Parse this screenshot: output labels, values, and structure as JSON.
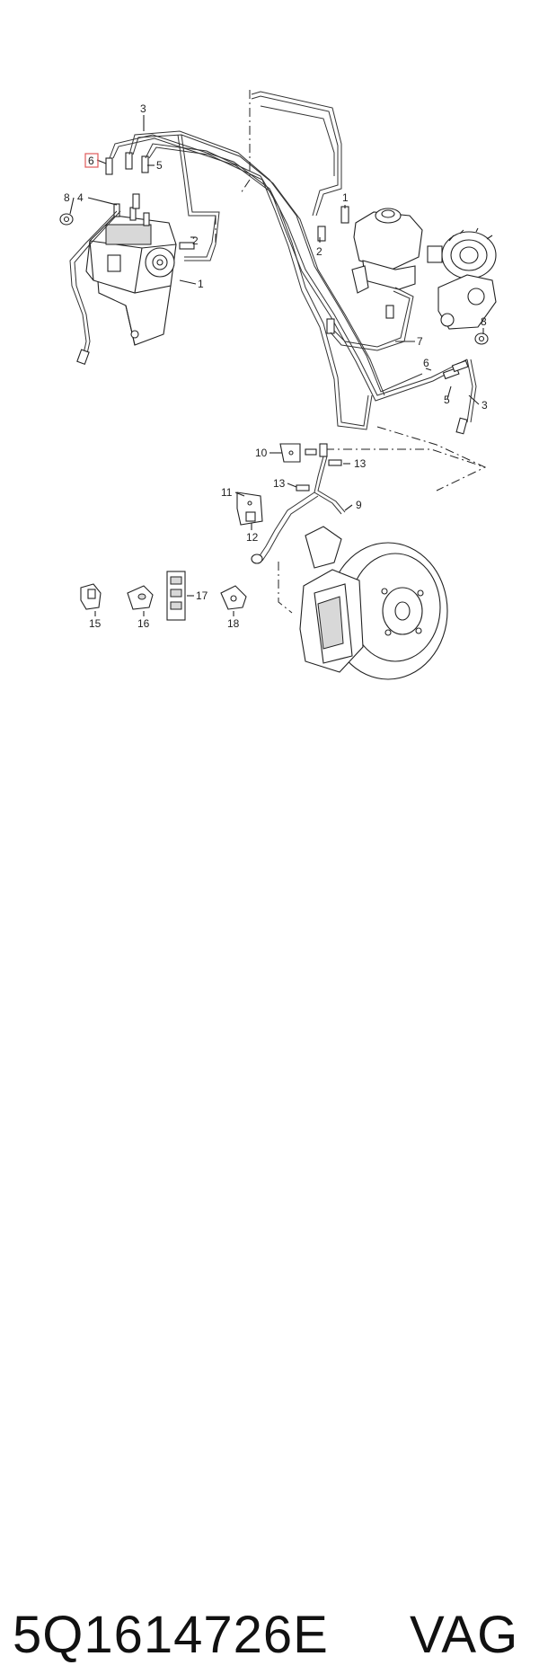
{
  "diagram": {
    "callouts": {
      "c1a": "1",
      "c1b": "1",
      "c2": "2",
      "c3a": "3",
      "c3b": "3",
      "c4": "4",
      "c5a": "5",
      "c5b": "5",
      "c6a": "6",
      "c6b": "6",
      "c7": "7",
      "c8a": "8",
      "c8b": "8",
      "c9": "9",
      "c10": "10",
      "c11": "11",
      "c12": "12",
      "c13a": "13",
      "c13b": "13",
      "c15": "15",
      "c16": "16",
      "c17": "17",
      "c18": "18"
    },
    "highlight_color": "#e05a5a",
    "line_color": "#222222"
  },
  "caption": {
    "part_number": "5Q1614726E",
    "brand": "VAG"
  }
}
